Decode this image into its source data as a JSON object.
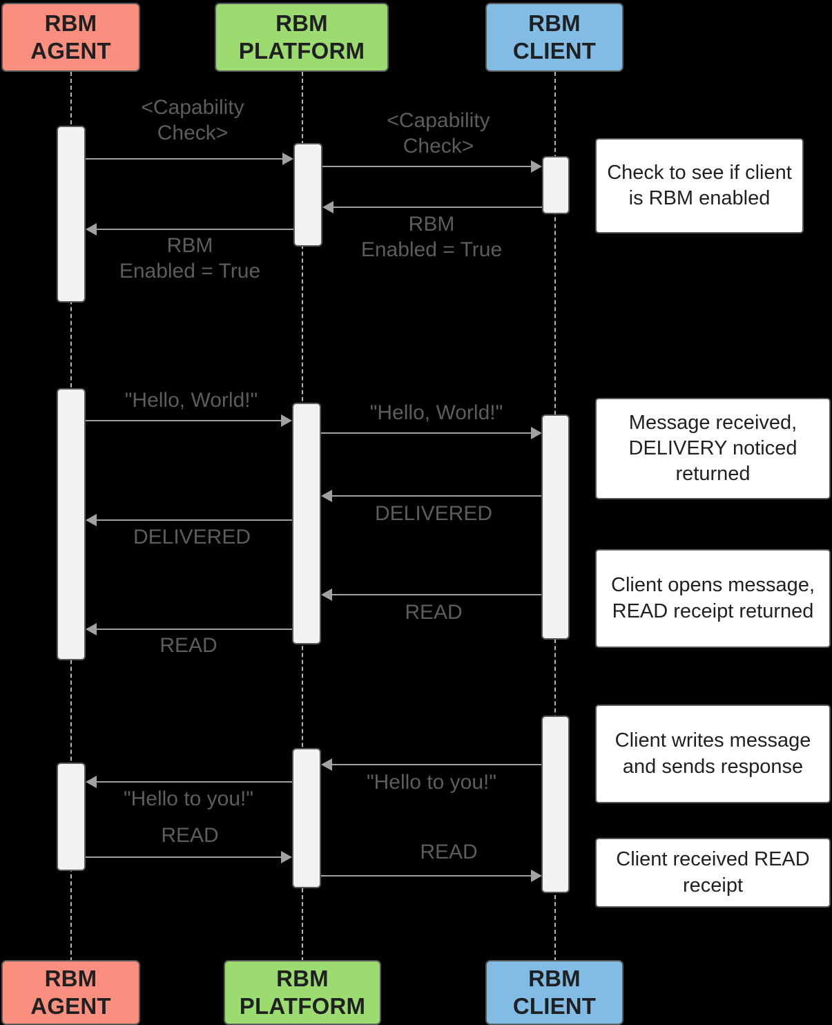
{
  "diagram": {
    "title": "RBM message sequence diagram",
    "colors": {
      "agent": "#fa8e7f",
      "platform": "#9bdb6f",
      "client": "#82bbe4",
      "activation_fill": "#f1f2f2",
      "note_fill": "#ffffff",
      "border": "#56585a",
      "arrow": "#a0a2a4",
      "label_text": "#5b5d5f",
      "background": "#000000"
    }
  },
  "actors": [
    {
      "id": "agent",
      "line1": "RBM",
      "line2": "AGENT"
    },
    {
      "id": "platform",
      "line1": "RBM",
      "line2": "PLATFORM"
    },
    {
      "id": "client",
      "line1": "RBM",
      "line2": "CLIENT"
    }
  ],
  "footer_actors": [
    {
      "id": "agent",
      "line1": "RBM",
      "line2": "AGENT"
    },
    {
      "id": "platform",
      "line1": "RBM",
      "line2": "PLATFORM"
    },
    {
      "id": "client",
      "line1": "RBM",
      "line2": "CLIENT"
    }
  ],
  "messages": [
    {
      "id": "m1",
      "from": "agent",
      "to": "platform",
      "direction": "right",
      "label": "<Capability\nCheck>"
    },
    {
      "id": "m2",
      "from": "platform",
      "to": "client",
      "direction": "right",
      "label": "<Capability\nCheck>"
    },
    {
      "id": "m3",
      "from": "client",
      "to": "platform",
      "direction": "left",
      "label": "RBM\nEnabled = True"
    },
    {
      "id": "m4",
      "from": "platform",
      "to": "agent",
      "direction": "left",
      "label": "RBM\nEnabled = True"
    },
    {
      "id": "m5",
      "from": "agent",
      "to": "platform",
      "direction": "right",
      "label": "\"Hello, World!\""
    },
    {
      "id": "m6",
      "from": "platform",
      "to": "client",
      "direction": "right",
      "label": "\"Hello, World!\""
    },
    {
      "id": "m7",
      "from": "client",
      "to": "platform",
      "direction": "left",
      "label": "DELIVERED"
    },
    {
      "id": "m8",
      "from": "platform",
      "to": "agent",
      "direction": "left",
      "label": "DELIVERED"
    },
    {
      "id": "m9",
      "from": "client",
      "to": "platform",
      "direction": "left",
      "label": "READ"
    },
    {
      "id": "m10",
      "from": "platform",
      "to": "agent",
      "direction": "left",
      "label": "READ"
    },
    {
      "id": "m11",
      "from": "client",
      "to": "platform",
      "direction": "left",
      "label": "\"Hello to you!\""
    },
    {
      "id": "m12",
      "from": "platform",
      "to": "agent",
      "direction": "left",
      "label": "\"Hello to you!\""
    },
    {
      "id": "m13",
      "from": "agent",
      "to": "platform",
      "direction": "right",
      "label": "READ"
    },
    {
      "id": "m14",
      "from": "platform",
      "to": "client",
      "direction": "right",
      "label": "READ"
    }
  ],
  "notes": [
    {
      "id": "n1",
      "text": "Check to see if client is RBM enabled"
    },
    {
      "id": "n2",
      "text": "Message received, DELIVERY noticed returned"
    },
    {
      "id": "n3",
      "text": "Client opens message, READ receipt returned"
    },
    {
      "id": "n4",
      "text": "Client writes message and sends response"
    },
    {
      "id": "n5",
      "text": "Client received READ receipt"
    }
  ]
}
